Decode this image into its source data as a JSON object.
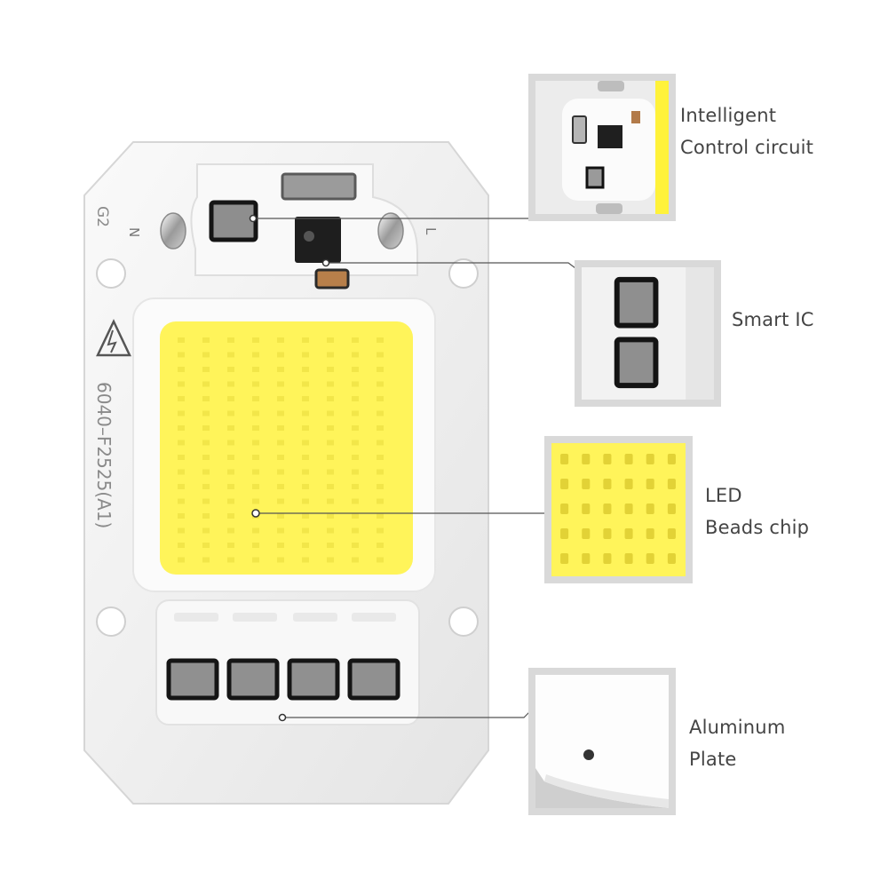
{
  "board": {
    "marking_model": "6040–F2525(A1)",
    "marking_rev": "G2",
    "terminal_neutral": "N",
    "terminal_live": "L",
    "high_voltage_symbol": "high-voltage-warning-icon"
  },
  "callouts": [
    {
      "id": "control-circuit",
      "lines": [
        "Intelligent",
        "Control circuit"
      ]
    },
    {
      "id": "smart-ic",
      "lines": [
        "Smart IC"
      ]
    },
    {
      "id": "led-chip",
      "lines": [
        "LED",
        "Beads chip"
      ]
    },
    {
      "id": "aluminum-plate",
      "lines": [
        "Aluminum",
        "Plate"
      ]
    }
  ],
  "colors": {
    "led_yellow": "#fff45a",
    "board_white": "#f4f4f4",
    "pad_dark": "#1e1e1e",
    "pad_gray": "#9a9a9a",
    "box_border": "#d9d9d9",
    "leader_line": "#555555",
    "label_text": "#444444"
  }
}
